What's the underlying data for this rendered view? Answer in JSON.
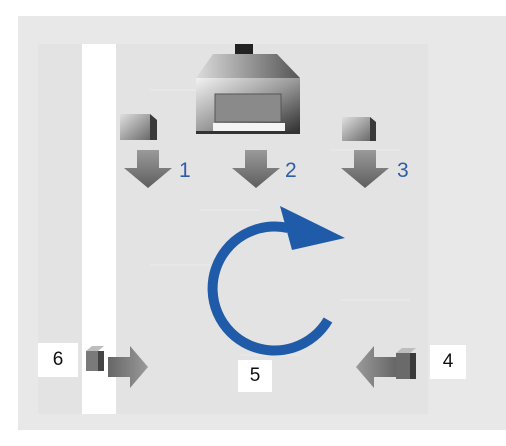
{
  "labels": {
    "one": "1",
    "two": "2",
    "three": "3",
    "four": "4",
    "five": "5",
    "six": "6"
  },
  "colors": {
    "panel_outer": "#e8e8e8",
    "panel_inner": "#e3e3e3",
    "arrow_gray": "#777777",
    "cycle_blue": "#1f5ba8",
    "label_blue": "#2f5ea8"
  },
  "icons": {
    "hood": "range-hood-icon",
    "cube": "cube-icon",
    "down_arrow": "down-arrow-icon",
    "right_arrow": "right-arrow-icon",
    "left_arrow": "left-arrow-icon",
    "circular_arrow": "circular-arrow-icon"
  }
}
